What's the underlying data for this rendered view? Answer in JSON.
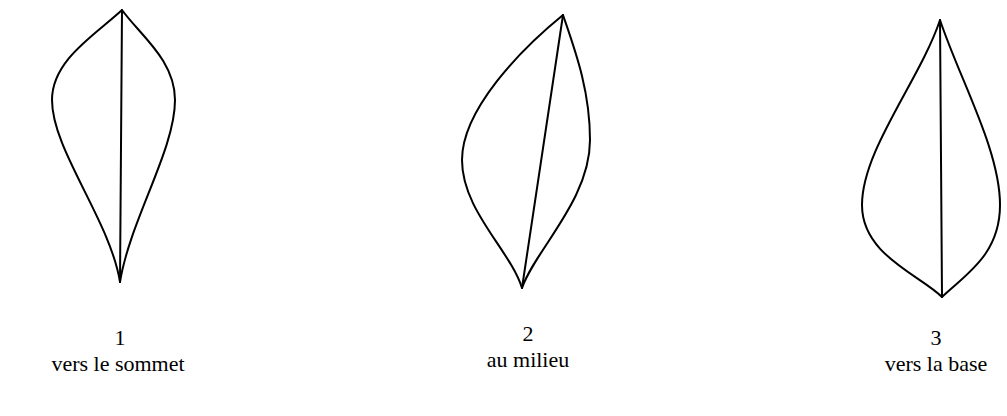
{
  "diagram": {
    "labels": [
      "1",
      "vers le sommet",
      "2",
      "au milieu",
      "3",
      "vers la base"
    ]
  }
}
